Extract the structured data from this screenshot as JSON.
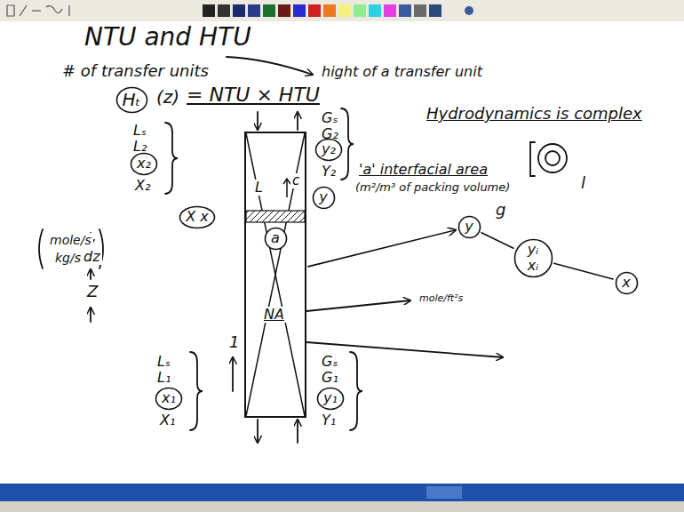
{
  "diagram": {
    "title": "NTU and HTU",
    "nodes": [
      {
        "text": [
          "Hₜ"
        ]
      },
      {
        "text": [
          "x₂"
        ]
      },
      {
        "text": [
          "y₂"
        ]
      },
      {
        "text": [
          "y"
        ]
      },
      {
        "text": [
          "X x"
        ]
      },
      {
        "text": [
          "L",
          "c",
          "NA"
        ]
      },
      {
        "text": [
          "a"
        ],
        "in": 5
      },
      {
        "text": [
          "y"
        ]
      },
      {
        "text": [
          "yᵢ",
          "xᵢ"
        ]
      },
      {
        "text": [
          "x"
        ]
      },
      {
        "text": [
          "x₁"
        ]
      },
      {
        "text": [
          "y₁"
        ]
      }
    ],
    "edges": [
      {
        "from": 5,
        "to": 7,
        "arrow": "to"
      },
      {
        "from": 7,
        "to": 8,
        "arrow": "none"
      },
      {
        "from": 8,
        "to": 9,
        "arrow": "none"
      }
    ],
    "labels": [
      "# of transfer units",
      "hight of a transfer unit",
      "(z)",
      "= NTU × HTU",
      "Lₛ",
      "L₂",
      "X₂",
      "Gₛ",
      "G₂",
      "Y₂",
      "Hydrodynamics is complex",
      "'a' interfacial area",
      "(m²/m³ of packing volume)",
      "mole/s",
      "kg/s",
      "dz",
      "Z",
      "1",
      "mole/ft²s",
      "g",
      "l",
      "Lₛ",
      "L₁",
      "X₁",
      "Gₛ",
      "G₁",
      "Y₁"
    ]
  }
}
